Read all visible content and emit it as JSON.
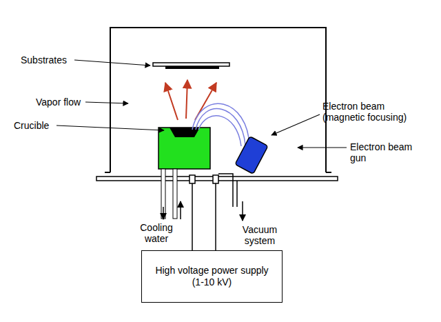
{
  "diagram": {
    "nodes": [
      {
        "text": [
          "High voltage power supply (1-10 kV)"
        ]
      }
    ],
    "labels": [
      "Substrates",
      "Vapor flow",
      "Crucible",
      "Electron beam (magnetic focusing)",
      "Electron beam gun",
      "Cooling water",
      "Vacuum system"
    ]
  }
}
